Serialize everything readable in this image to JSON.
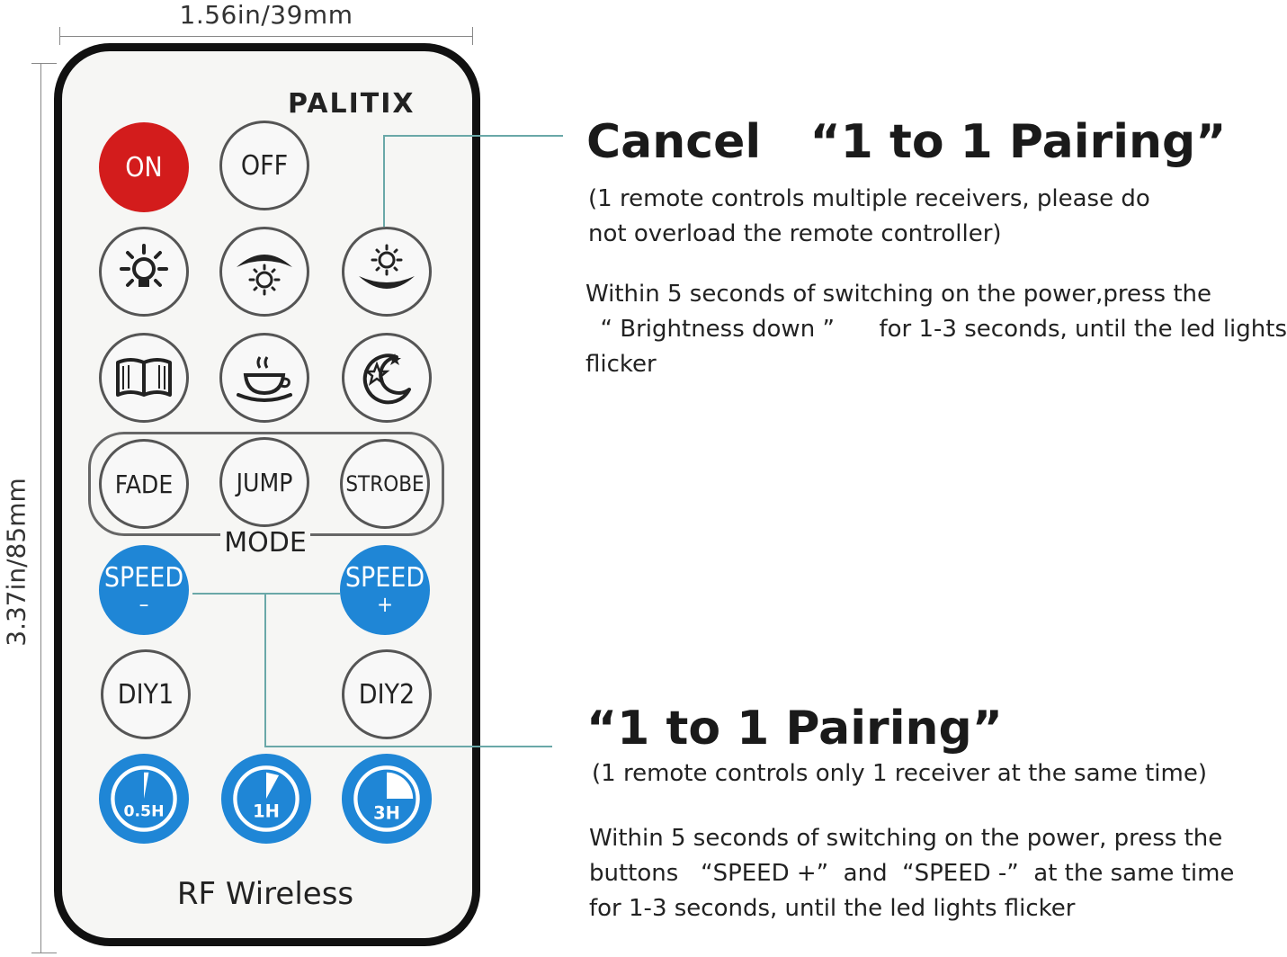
{
  "dimensions": {
    "width_label": "1.56in/39mm",
    "height_label": "3.37in/85mm"
  },
  "remote": {
    "brand": "PALITIX",
    "buttons": {
      "on": "ON",
      "off": "OFF",
      "fade": "FADE",
      "jump": "JUMP",
      "strobe": "STROBE",
      "mode": "MODE",
      "speed_minus": "SPEED",
      "speed_minus_sign": "–",
      "speed_plus": "SPEED",
      "speed_plus_sign": "+",
      "diy1": "DIY1",
      "diy2": "DIY2",
      "timer_05": "0.5H",
      "timer_1": "1H",
      "timer_3": "3H"
    },
    "footer": "RF Wireless"
  },
  "callouts": {
    "cancel": {
      "title": "Cancel   “1 to 1 Pairing”",
      "note_line1": "(1 remote controls multiple receivers, please do",
      "note_line2": "not overload the remote controller)",
      "body_line1": "Within 5 seconds of switching on the power,press the",
      "body_line2": "  “ Brightness down ”      for 1-3 seconds, until the led lights",
      "body_line3": "flicker"
    },
    "pairing": {
      "title": "“1 to 1 Pairing”",
      "note": "(1 remote controls only 1 receiver at the same time)",
      "body_line1": "Within 5 seconds of switching on the power, press the",
      "body_line2": "buttons   “SPEED +”  and  “SPEED -”  at the same time",
      "body_line3": "for 1-3 seconds, until the led lights flicker"
    }
  }
}
